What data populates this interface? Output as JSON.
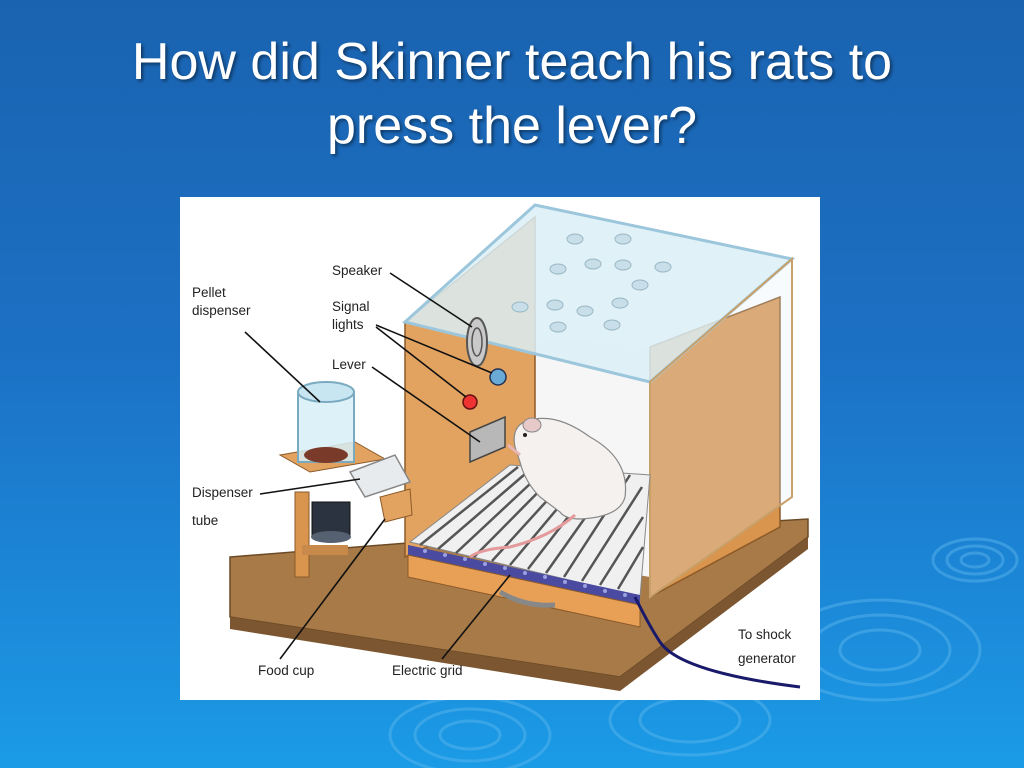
{
  "slide": {
    "title_line1": "How did Skinner teach his rats to",
    "title_line2": "press the lever?"
  },
  "diagram": {
    "labels": {
      "speaker": "Speaker",
      "signal_lights_1": "Signal",
      "signal_lights_2": "lights",
      "lever": "Lever",
      "pellet_dispenser_1": "Pellet",
      "pellet_dispenser_2": "dispenser",
      "dispenser_tube_1": "Dispenser",
      "dispenser_tube_2": "tube",
      "food_cup": "Food cup",
      "electric_grid": "Electric grid",
      "shock_1": "To shock",
      "shock_2": "generator"
    }
  },
  "colors": {
    "background_top": "#1a63b0",
    "background_bottom": "#1b9be6",
    "wood": "#d9954e",
    "title": "#ffffff"
  }
}
